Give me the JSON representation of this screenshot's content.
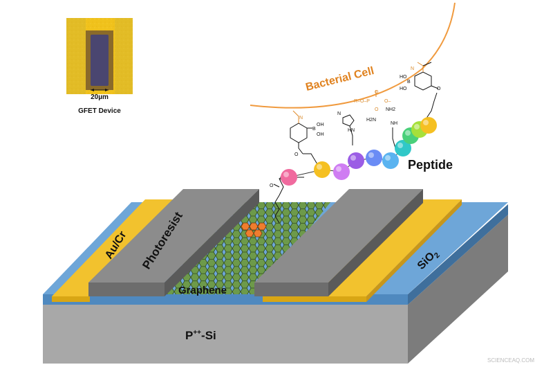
{
  "labels": {
    "bacterial_cell": "Bacterial Cell",
    "peptide": "Peptide",
    "photoresist": "Photoresist",
    "au_cr": "Au/Cr",
    "sio2_main": "SiO",
    "sio2_sub": "2",
    "graphene": "Graphene",
    "substrate_p": "P",
    "substrate_sup": "++",
    "substrate_si": "-Si",
    "inset_scale": "20µm",
    "inset_caption": "GFET Device",
    "watermark": "SCIENCEAQ.COM"
  },
  "chem": {
    "oh": "OH",
    "b": "B",
    "n": "N",
    "o": "O",
    "hn": "HN",
    "nh": "NH",
    "h2n": "H2N",
    "nh2": "NH2",
    "ho": "HO",
    "r_o_p": "R–O–P",
    "o_minus": "O–"
  },
  "colors": {
    "substrate": "#a8a8a8",
    "sio2": "#6ea6d8",
    "gold": "#f2c22e",
    "photoresist": "#8c8c8c",
    "graphene": "#6d9a4a",
    "graphene_highlight": "#ef7d2e",
    "cell_membrane": "#f09a3e",
    "bacterial_label": "#e0821f"
  },
  "peptide_beads": [
    {
      "color": "#f06a9e"
    },
    {
      "color": "#f5c022"
    },
    {
      "color": "#cf7df2"
    },
    {
      "color": "#9b5de5"
    },
    {
      "color": "#6a8cf5"
    },
    {
      "color": "#5ab3f0"
    },
    {
      "color": "#30c8c8"
    },
    {
      "color": "#4ad07a"
    },
    {
      "color": "#a6e03a"
    },
    {
      "color": "#f5c022"
    }
  ]
}
